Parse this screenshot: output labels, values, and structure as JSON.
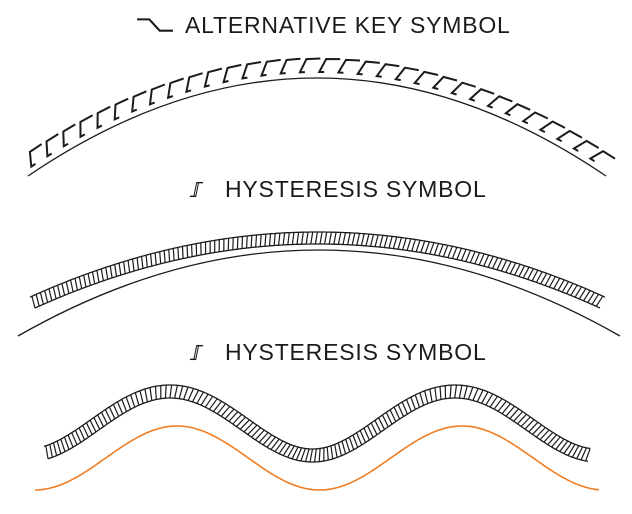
{
  "canvas": {
    "bg": "#ffffff",
    "ink": "#1b1b1b",
    "accent": "#ef7d23"
  },
  "titles": [
    {
      "symbol": "alternative-key-symbol",
      "label": "ALTERNATIVE KEY SYMBOL"
    },
    {
      "symbol": "hysteresis-symbol",
      "label": "HYSTERESIS SYMBOL"
    },
    {
      "symbol": "hysteresis-symbol",
      "label": "HYSTERESIS SYMBOL"
    }
  ],
  "figures": [
    {
      "name": "arc-with-alternative-key-marks",
      "description_type": "arc"
    },
    {
      "name": "hatched-band-over-arc",
      "description_type": "arc"
    },
    {
      "name": "hatched-band-over-sine-with-accent-curve",
      "description_type": "sine"
    }
  ]
}
